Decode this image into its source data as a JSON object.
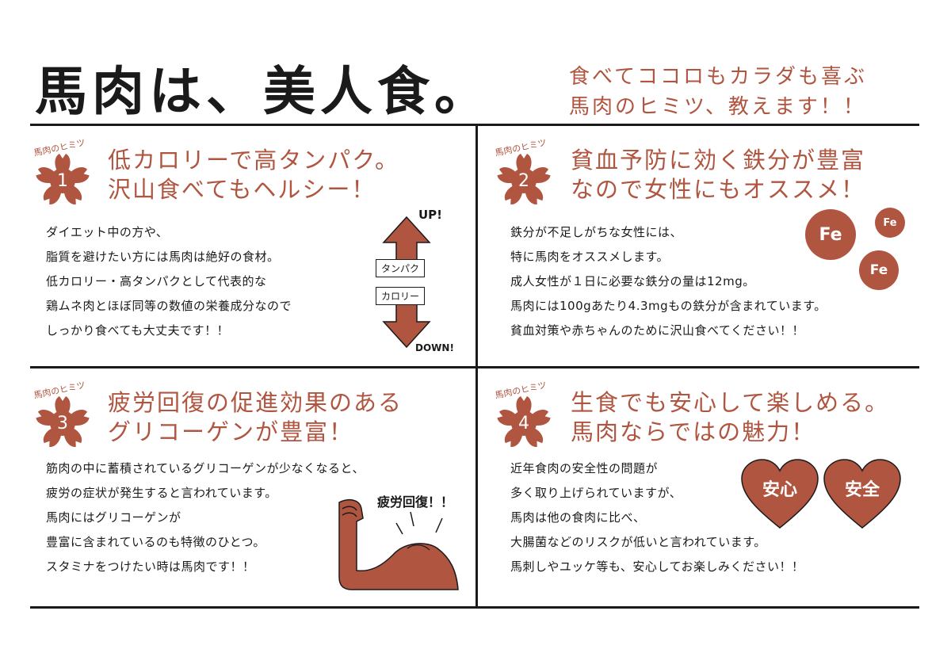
{
  "header": {
    "title": "馬肉は、美人食。",
    "subtitle_line1": "食べてココロもカラダも喜ぶ",
    "subtitle_line2": "馬肉のヒミツ、教えます！！"
  },
  "badge_caption": "馬肉のヒミツ",
  "colors": {
    "accent": "#b05540",
    "ink": "#1a1a1a",
    "background": "#ffffff"
  },
  "sections": [
    {
      "number": "1",
      "heading_line1": "低カロリーで高タンパク。",
      "heading_line2": "沢山食べてもヘルシー！",
      "body": [
        "ダイエット中の方や、",
        "脂質を避けたい方には馬肉は絶好の食材。",
        "低カロリー・高タンパクとして代表的な",
        "鶏ムネ肉とほぼ同等の数値の栄養成分なので",
        "しっかり食べても大丈夫です！！"
      ],
      "illustration": {
        "up_label": "UP!",
        "down_label": "DOWN!",
        "up_tag": "タンパク",
        "down_tag": "カロリー"
      }
    },
    {
      "number": "2",
      "heading_line1": "貧血予防に効く鉄分が豊富",
      "heading_line2": "なので女性にもオススメ！",
      "body": [
        "鉄分が不足しがちな女性には、",
        "特に馬肉をオススメします。",
        "成人女性が１日に必要な鉄分の量は12mg。",
        "馬肉には100gあたり4.3mgもの鉄分が含まれています。",
        "貧血対策や赤ちゃんのために沢山食べてください！！"
      ],
      "illustration": {
        "fe_labels": [
          "Fe",
          "Fe",
          "Fe"
        ]
      }
    },
    {
      "number": "3",
      "heading_line1": "疲労回復の促進効果のある",
      "heading_line2": "グリコーゲンが豊富！",
      "body": [
        "筋肉の中に蓄積されているグリコーゲンが少なくなると、",
        "疲労の症状が発生すると言われています。",
        "馬肉にはグリコーゲンが",
        "豊富に含まれているのも特徴のひとつ。",
        "スタミナをつけたい時は馬肉です！！"
      ],
      "illustration": {
        "label": "疲労回復！！"
      }
    },
    {
      "number": "4",
      "heading_line1": "生食でも安心して楽しめる。",
      "heading_line2": "馬肉ならではの魅力！",
      "body": [
        "近年食肉の安全性の問題が",
        "多く取り上げられていますが、",
        "馬肉は他の食肉に比べ、",
        "大腸菌などのリスクが低いと言われています。",
        "馬刺しやユッケ等も、安心してお楽しみください！！"
      ],
      "illustration": {
        "heart_labels": [
          "安心",
          "安全"
        ]
      }
    }
  ]
}
